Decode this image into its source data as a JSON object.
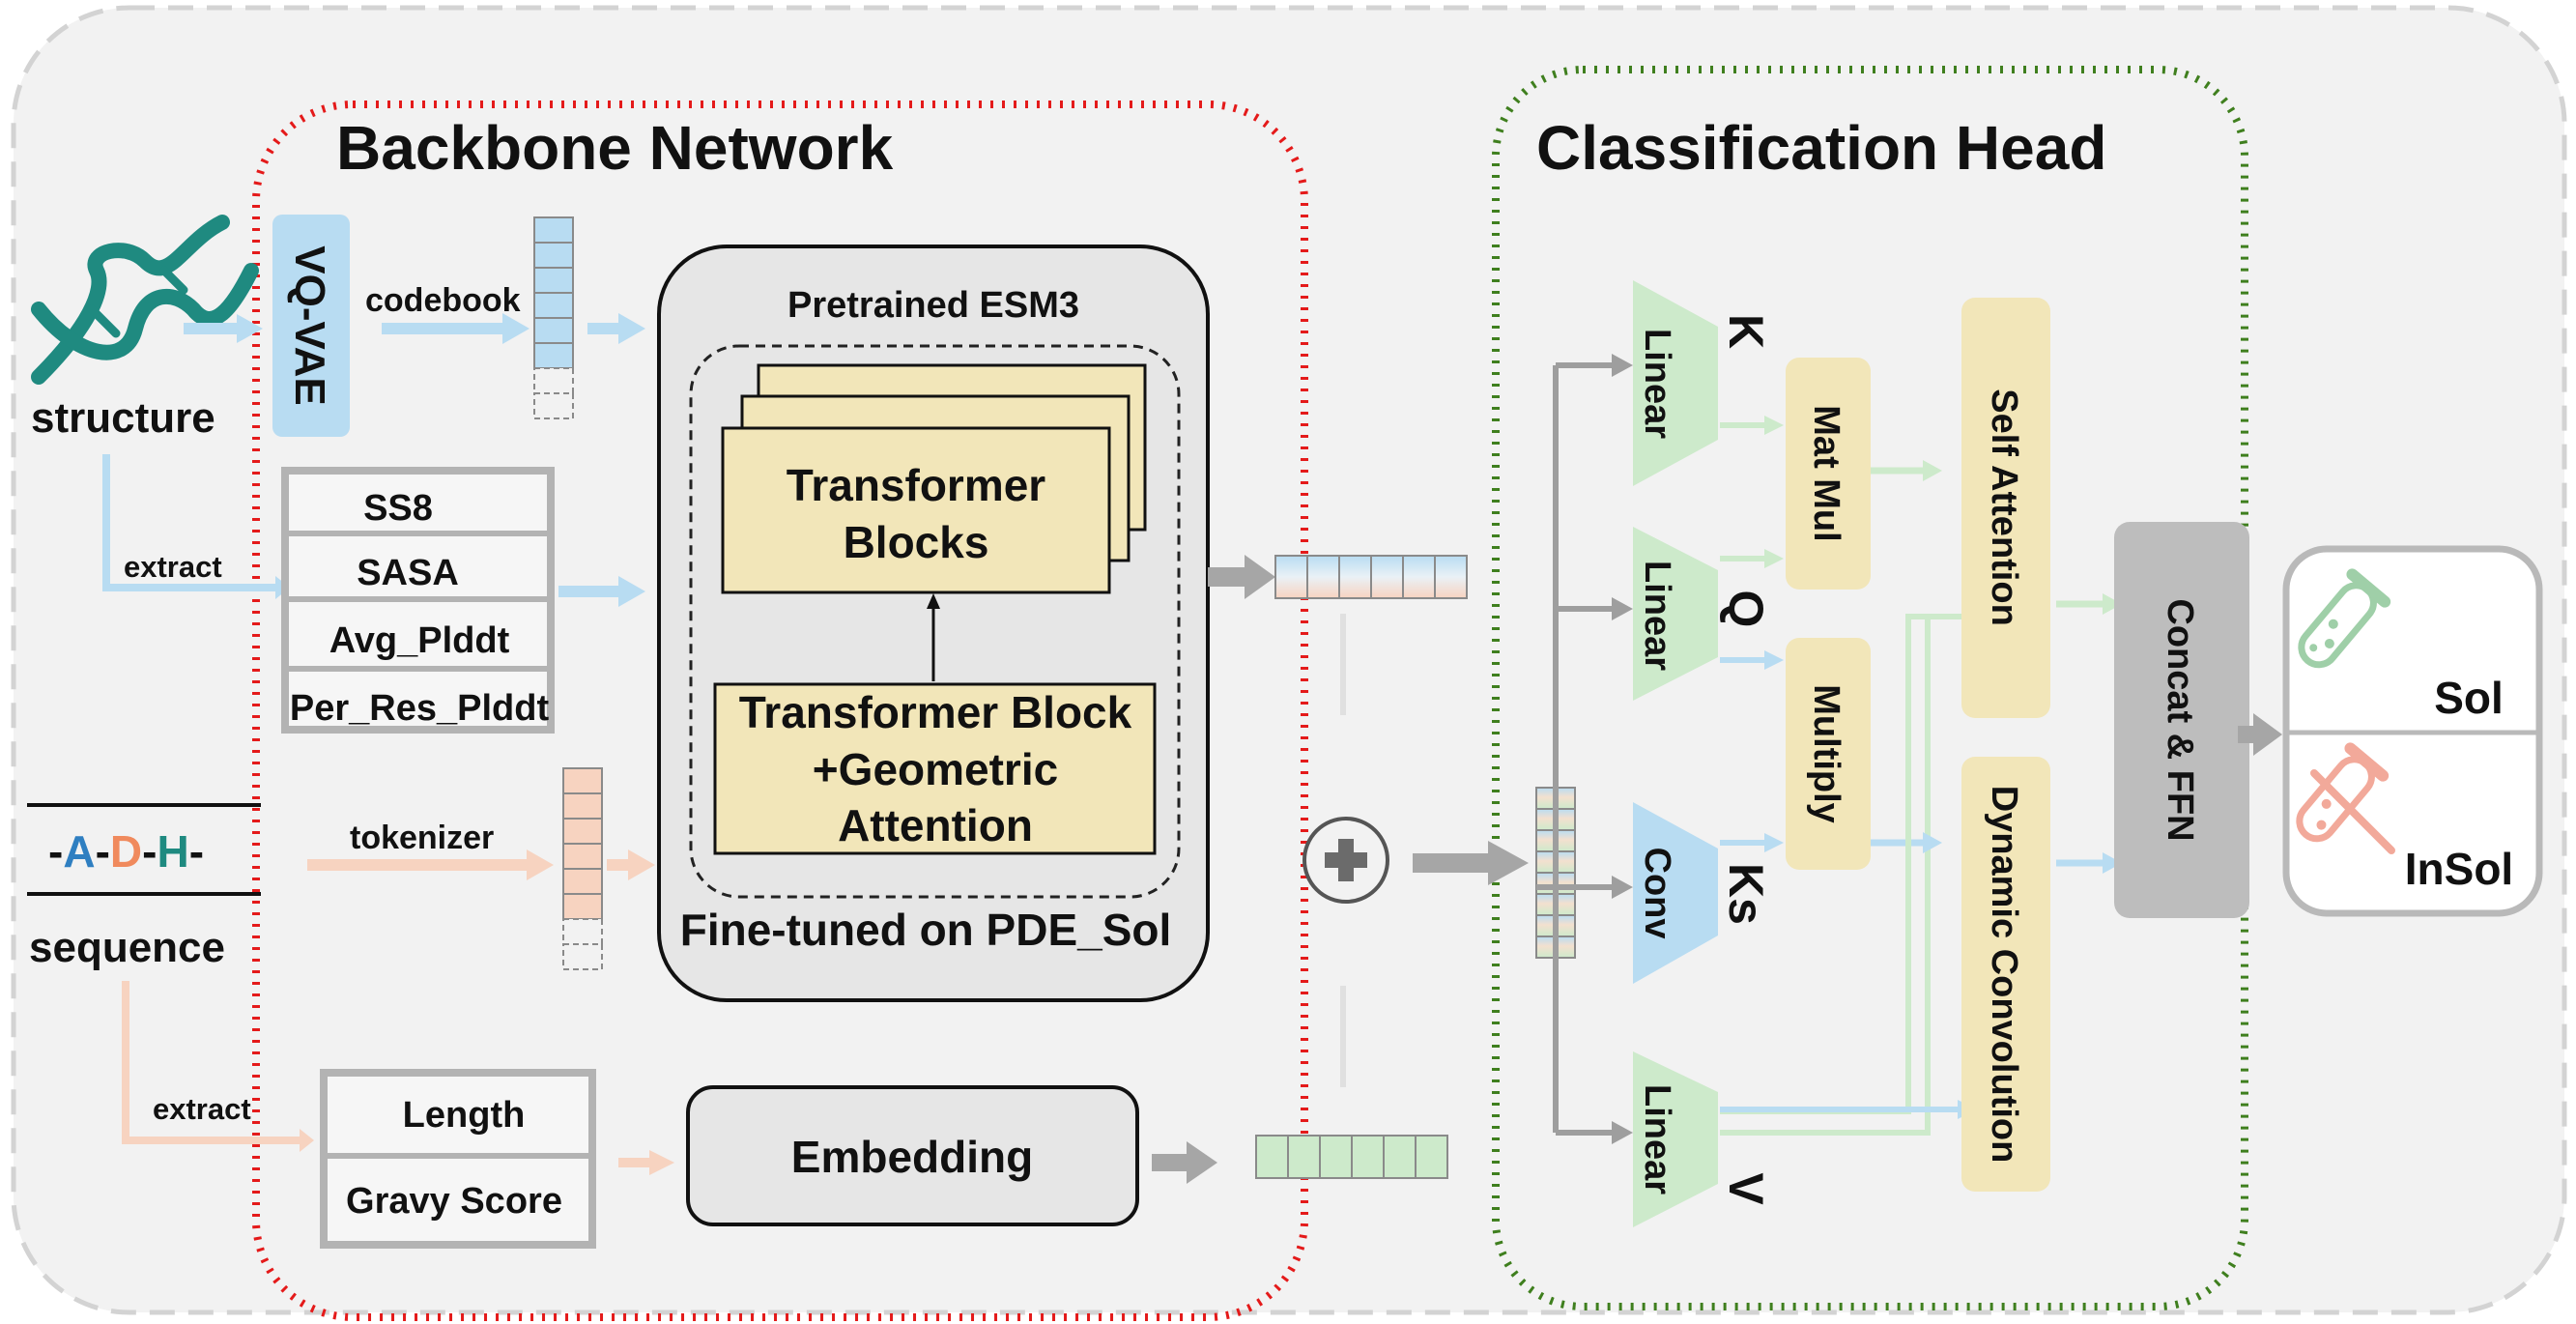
{
  "backbone": {
    "title": "Backbone Network",
    "vqvae": "VQ-VAE",
    "codebook": "codebook",
    "structure": "structure",
    "extract_top": "extract",
    "features": [
      "SS8",
      "SASA",
      "Avg_Plddt",
      "Per_Res_Plddt"
    ],
    "tokenizer": "tokenizer",
    "seq_chars": {
      "dash": "-",
      "a": "A",
      "d": "D",
      "h": "H"
    },
    "sequence": "sequence",
    "extract_bottom": "extract",
    "scalars": [
      "Length",
      "Gravy Score"
    ],
    "embedding": "Embedding",
    "esm_title": "Pretrained ESM3",
    "transformer_blocks": [
      "Transformer",
      "Blocks"
    ],
    "geo_block": [
      "Transformer Block",
      "+Geometric",
      "Attention"
    ],
    "finetuned": "Fine-tuned on PDE_Sol"
  },
  "head": {
    "title": "Classification Head",
    "linear": "Linear",
    "conv": "Conv",
    "k": "K",
    "q": "Q",
    "ks": "Ks",
    "v": "V",
    "matmul": "Mat Mul",
    "multiply": "Multiply",
    "self_attention": "Self Attention",
    "dynamic_conv": "Dynamic Convolution",
    "concat_ffn": "Concat & FFN"
  },
  "output": {
    "sol": "Sol",
    "insol": "InSol"
  },
  "colors": {
    "blue": "#b8dcf2",
    "orange": "#f7d3c0",
    "green": "#cdeacb",
    "cream": "#f2e6b9",
    "gray": "#bdbdbd",
    "red_dots": "#e41a1a",
    "green_dots": "#3f7f1e",
    "teal_dna": "#1f8a80"
  }
}
